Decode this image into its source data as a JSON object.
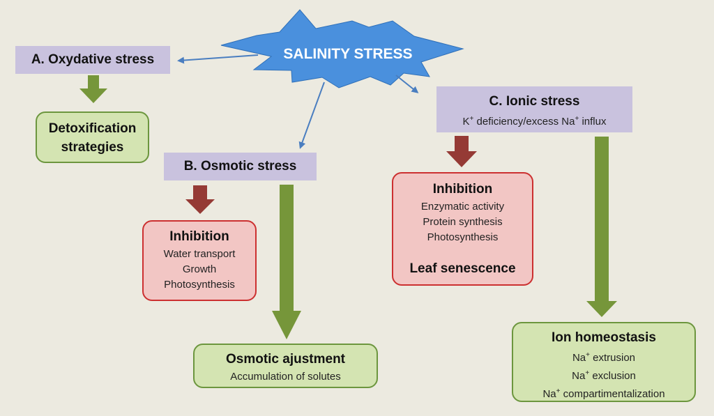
{
  "center": {
    "label": "SALINITY STRESS"
  },
  "oxidative": {
    "title": "A. Oxydative stress",
    "response": {
      "line1": "Detoxification",
      "line2": "strategies"
    }
  },
  "osmotic": {
    "title": "B. Osmotic stress",
    "inhibition": {
      "title": "Inhibition",
      "items": [
        "Water transport",
        "Growth",
        "Photosynthesis"
      ]
    },
    "adjustment": {
      "title": "Osmotic ajustment",
      "detail": "Accumulation of solutes"
    }
  },
  "ionic": {
    "title": "C. Ionic stress",
    "subtitle": {
      "k": "K",
      "plus1": "+",
      "middle": " deficiency/excess Na",
      "plus2": "+",
      "end": " influx"
    },
    "inhibition": {
      "title": "Inhibition",
      "items": [
        "Enzymatic activity",
        "Protein synthesis",
        "Photosynthesis"
      ],
      "result": "Leaf senescence"
    },
    "homeostasis": {
      "title": "Ion homeostasis",
      "items": [
        {
          "prefix": "Na",
          "sup": "+",
          "text": " extrusion"
        },
        {
          "prefix": "Na",
          "sup": "+",
          "text": " exclusion"
        },
        {
          "prefix": "Na",
          "sup": "+",
          "text": " compartimentalization"
        }
      ]
    }
  },
  "colors": {
    "green_arrow": "#76963A",
    "red_arrow": "#953A35",
    "bright_red": "#D41515",
    "blue_line": "#4A7EC0",
    "burst": "#4A90DD"
  }
}
